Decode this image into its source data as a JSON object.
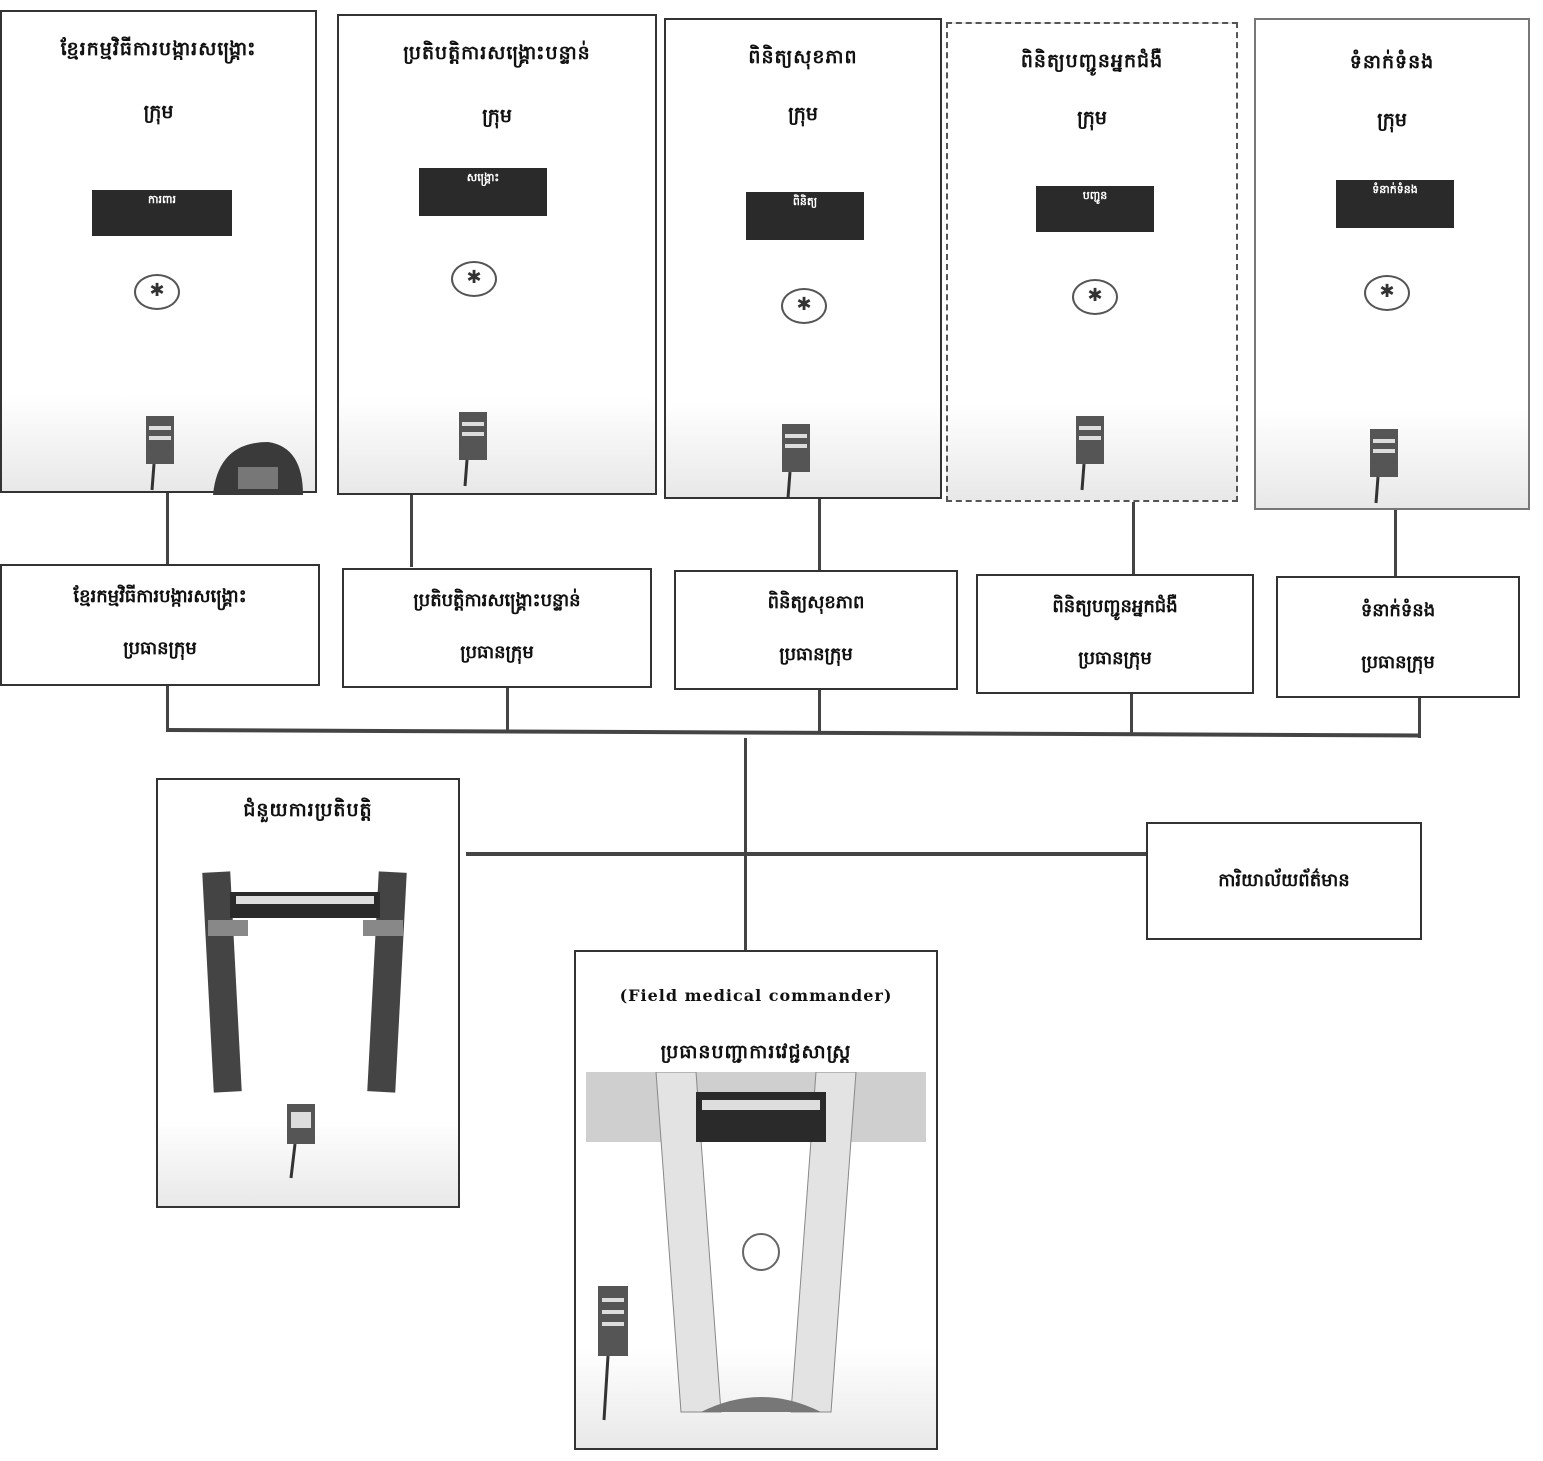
{
  "cards": [
    {
      "title": "ខ្មែរកម្មវិធីការបង្ការសង្គ្រោះ",
      "role": "ក្រុម",
      "vest": "ការពារ"
    },
    {
      "title": "ប្រតិបត្តិការសង្គ្រោះបន្ទាន់",
      "role": "ក្រុម",
      "vest": "សង្គ្រោះ"
    },
    {
      "title": "ពិនិត្យសុខភាព",
      "role": "ក្រុម",
      "vest": "ពិនិត្យ"
    },
    {
      "title": "ពិនិត្យបញ្ជូនអ្នកជំងឺ",
      "role": "ក្រុម",
      "vest": "បញ្ជូន"
    },
    {
      "title": "ទំនាក់ទំនង",
      "role": "ក្រុម",
      "vest": "ទំនាក់ទំនង"
    }
  ],
  "leaders": [
    {
      "title": "ខ្មែរកម្មវិធីការបង្ការសង្គ្រោះ",
      "role": "ប្រធានក្រុម"
    },
    {
      "title": "ប្រតិបត្តិការសង្គ្រោះបន្ទាន់",
      "role": "ប្រធានក្រុម"
    },
    {
      "title": "ពិនិត្យសុខភាព",
      "role": "ប្រធានក្រុម"
    },
    {
      "title": "ពិនិត្យបញ្ជូនអ្នកជំងឺ",
      "role": "ប្រធានក្រុម"
    },
    {
      "title": "ទំនាក់ទំនង",
      "role": "ប្រធានក្រុម"
    }
  ],
  "left_card": {
    "title": "ជំនួយការប្រតិបត្តិ"
  },
  "right_box": {
    "title": "ការិយាល័យព័ត៌មាន"
  },
  "commander": {
    "english": "(Field medical commander)",
    "title": "ប្រធានបញ្ជាការវេជ្ជសាស្ត្រ"
  }
}
